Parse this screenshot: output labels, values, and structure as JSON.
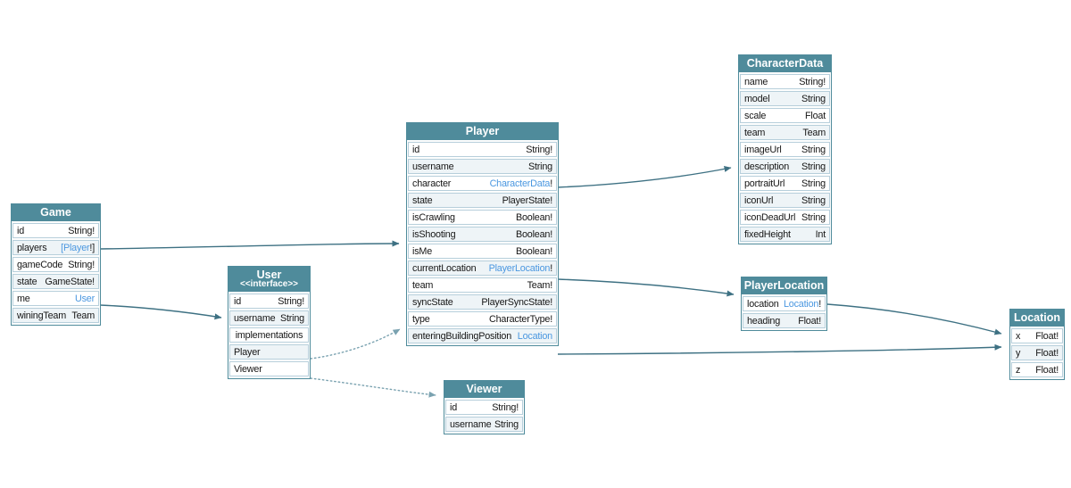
{
  "colors": {
    "header_bg": "#4f8b9b",
    "header_text": "#ffffff",
    "row_alt_bg": "#eef4f7",
    "row_border": "#b7cfdb",
    "link": "#4a97e0",
    "arrow_solid": "#3e7183",
    "arrow_dotted": "#7aa2b0"
  },
  "tables": {
    "game": {
      "title": "Game",
      "rows": [
        {
          "field": "id",
          "type": "String!"
        },
        {
          "field": "players",
          "pre": "[",
          "link": "Player",
          "suf": "!]"
        },
        {
          "field": "gameCode",
          "type": "String!"
        },
        {
          "field": "state",
          "type": "GameState!"
        },
        {
          "field": "me",
          "link": "User"
        },
        {
          "field": "winingTeam",
          "type": "Team"
        }
      ]
    },
    "user": {
      "title": "User",
      "subtitle": "<<interface>>",
      "rows": [
        {
          "field": "id",
          "type": "String!"
        },
        {
          "field": "username",
          "type": "String"
        },
        {
          "label": "implementations"
        },
        {
          "link": "Player"
        },
        {
          "link": "Viewer"
        }
      ]
    },
    "player": {
      "title": "Player",
      "rows": [
        {
          "field": "id",
          "type": "String!"
        },
        {
          "field": "username",
          "type": "String"
        },
        {
          "field": "character",
          "link": "CharacterData",
          "suf": "!"
        },
        {
          "field": "state",
          "type": "PlayerState!"
        },
        {
          "field": "isCrawling",
          "type": "Boolean!"
        },
        {
          "field": "isShooting",
          "type": "Boolean!"
        },
        {
          "field": "isMe",
          "type": "Boolean!"
        },
        {
          "field": "currentLocation",
          "link": "PlayerLocation",
          "suf": "!"
        },
        {
          "field": "team",
          "type": "Team!"
        },
        {
          "field": "syncState",
          "type": "PlayerSyncState!"
        },
        {
          "field": "type",
          "type": "CharacterType!"
        },
        {
          "field": "enteringBuildingPosition",
          "link": "Location"
        }
      ]
    },
    "viewer": {
      "title": "Viewer",
      "rows": [
        {
          "field": "id",
          "type": "String!"
        },
        {
          "field": "username",
          "type": "String"
        }
      ]
    },
    "characterData": {
      "title": "CharacterData",
      "rows": [
        {
          "field": "name",
          "type": "String!"
        },
        {
          "field": "model",
          "type": "String"
        },
        {
          "field": "scale",
          "type": "Float"
        },
        {
          "field": "team",
          "type": "Team"
        },
        {
          "field": "imageUrl",
          "type": "String"
        },
        {
          "field": "description",
          "type": "String"
        },
        {
          "field": "portraitUrl",
          "type": "String"
        },
        {
          "field": "iconUrl",
          "type": "String"
        },
        {
          "field": "iconDeadUrl",
          "type": "String"
        },
        {
          "field": "fixedHeight",
          "type": "Int"
        }
      ]
    },
    "playerLocation": {
      "title": "PlayerLocation",
      "rows": [
        {
          "field": "location",
          "link": "Location",
          "suf": "!"
        },
        {
          "field": "heading",
          "type": "Float!"
        }
      ]
    },
    "location": {
      "title": "Location",
      "rows": [
        {
          "field": "x",
          "type": "Float!"
        },
        {
          "field": "y",
          "type": "Float!"
        },
        {
          "field": "z",
          "type": "Float!"
        }
      ]
    }
  },
  "edges": [
    {
      "from": "Game.players",
      "to": "Player",
      "style": "solid"
    },
    {
      "from": "Game.me",
      "to": "User",
      "style": "solid"
    },
    {
      "from": "Player.character",
      "to": "CharacterData",
      "style": "solid"
    },
    {
      "from": "Player.currentLocation",
      "to": "PlayerLocation",
      "style": "solid"
    },
    {
      "from": "Player.enteringBuildingPosition",
      "to": "Location",
      "style": "solid"
    },
    {
      "from": "PlayerLocation.location",
      "to": "Location",
      "style": "solid"
    },
    {
      "from": "User.Player",
      "to": "Player",
      "style": "dotted"
    },
    {
      "from": "User.Viewer",
      "to": "Viewer",
      "style": "dotted"
    }
  ]
}
